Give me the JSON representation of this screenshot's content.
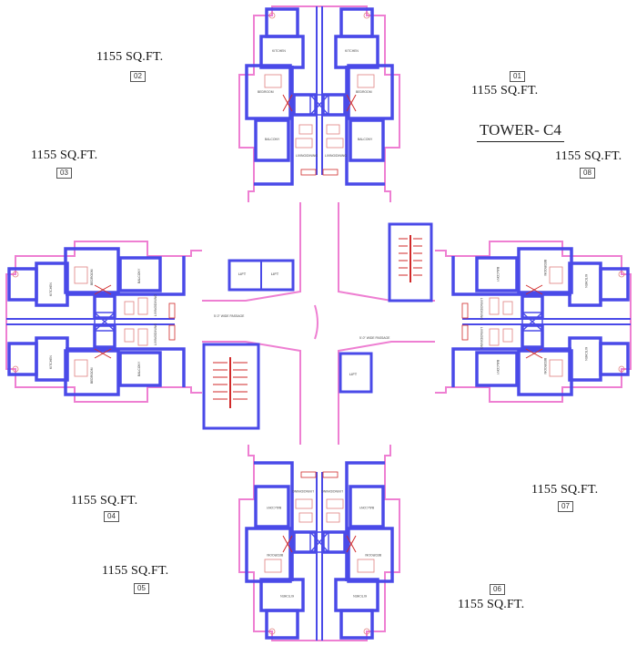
{
  "tower_title": "TOWER- C4",
  "units": [
    {
      "area": "1155 SQ.FT.",
      "tag": "02"
    },
    {
      "area": "1155 SQ.FT.",
      "tag": "01"
    },
    {
      "area": "1155 SQ.FT.",
      "tag": "03"
    },
    {
      "area": "1155 SQ.FT.",
      "tag": "08"
    },
    {
      "area": "1155 SQ.FT.",
      "tag": "04"
    },
    {
      "area": "1155 SQ.FT.",
      "tag": "07"
    },
    {
      "area": "1155 SQ.FT.",
      "tag": "05"
    },
    {
      "area": "1155 SQ.FT.",
      "tag": "06"
    }
  ],
  "core": {
    "lift1": "LIFT",
    "lift2": "LIFT",
    "lift3": "LIFT",
    "passage": "5'-0\" WIDE PASSAGE"
  },
  "colors": {
    "wall": "#4a4ae8",
    "outline": "#ee7fd2",
    "stair": "#d12a2a",
    "fixture": "#e08080"
  }
}
